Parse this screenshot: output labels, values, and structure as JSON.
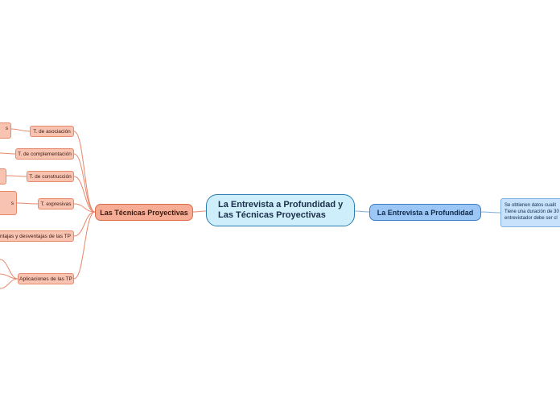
{
  "central": {
    "line1": "La Entrevista a Profundidad y",
    "line2": "Las Técnicas Proyectivas"
  },
  "left_topic": {
    "label": "Las Técnicas Proyectivas"
  },
  "right_topic": {
    "label": "La Entrevista a Profundidad"
  },
  "subtopics": {
    "asociacion": "T. de asociación",
    "complementacion": "T. de complementación",
    "construccion": "T. de construcción",
    "expresivas": "T. expresivas",
    "ventajas": "Ventajas y desventajas de las TP",
    "aplicaciones": "Aplicaciones de las TP"
  },
  "stubs": {
    "stub1": "s",
    "stub2": "s"
  },
  "note": {
    "line1": "Se obtienen datos cualit",
    "line2": "Tiene una duración de 30",
    "line3": "entrevistador debe ser cl"
  },
  "colors": {
    "left_branch": "#e8876a",
    "right_branch": "#7fb0e0",
    "central_border": "#2b7fb0"
  }
}
